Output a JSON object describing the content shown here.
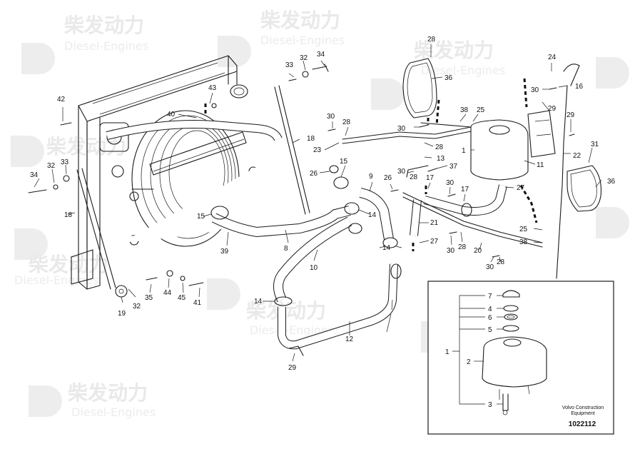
{
  "watermark": {
    "brand_cn": "柴发动力",
    "brand_en": "Diesel-Engines"
  },
  "figure": {
    "footer_brand_line1": "Volvo Construction",
    "footer_brand_line2": "Equipment",
    "reference_number": "1022112"
  },
  "callouts": [
    "1",
    "2",
    "3",
    "4",
    "5",
    "6",
    "7",
    "8",
    "9",
    "10",
    "11",
    "12",
    "13",
    "14",
    "15",
    "16",
    "17",
    "18",
    "19",
    "20",
    "21",
    "22",
    "23",
    "24",
    "25",
    "26",
    "27",
    "28",
    "29",
    "30",
    "31",
    "32",
    "33",
    "34",
    "35",
    "36",
    "37",
    "38",
    "39",
    "40",
    "41",
    "42",
    "43",
    "44",
    "45"
  ]
}
